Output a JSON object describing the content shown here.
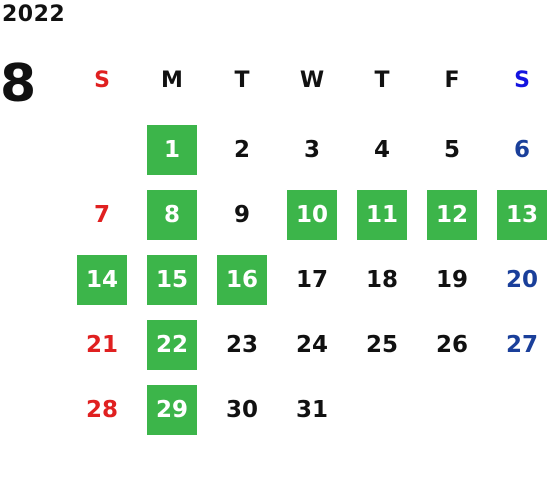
{
  "calendar": {
    "year": "2022",
    "month": "8",
    "weekdays": [
      "S",
      "M",
      "T",
      "W",
      "T",
      "F",
      "S"
    ],
    "colors": {
      "sunday": "#e02020",
      "saturday": "#1a3f9a",
      "saturday_header": "#1414e0",
      "highlight": "#3cb54a",
      "text": "#111111"
    },
    "weeks": [
      [
        {
          "d": ""
        },
        {
          "d": "1",
          "hl": true
        },
        {
          "d": "2"
        },
        {
          "d": "3"
        },
        {
          "d": "4"
        },
        {
          "d": "5"
        },
        {
          "d": "6"
        }
      ],
      [
        {
          "d": "7"
        },
        {
          "d": "8",
          "hl": true
        },
        {
          "d": "9"
        },
        {
          "d": "10",
          "hl": true
        },
        {
          "d": "11",
          "hl": true
        },
        {
          "d": "12",
          "hl": true
        },
        {
          "d": "13",
          "hl": true
        }
      ],
      [
        {
          "d": "14",
          "hl": true
        },
        {
          "d": "15",
          "hl": true
        },
        {
          "d": "16",
          "hl": true
        },
        {
          "d": "17"
        },
        {
          "d": "18"
        },
        {
          "d": "19"
        },
        {
          "d": "20"
        }
      ],
      [
        {
          "d": "21"
        },
        {
          "d": "22",
          "hl": true
        },
        {
          "d": "23"
        },
        {
          "d": "24"
        },
        {
          "d": "25"
        },
        {
          "d": "26"
        },
        {
          "d": "27"
        }
      ],
      [
        {
          "d": "28"
        },
        {
          "d": "29",
          "hl": true
        },
        {
          "d": "30"
        },
        {
          "d": "31"
        },
        {
          "d": ""
        },
        {
          "d": ""
        },
        {
          "d": ""
        }
      ]
    ]
  }
}
